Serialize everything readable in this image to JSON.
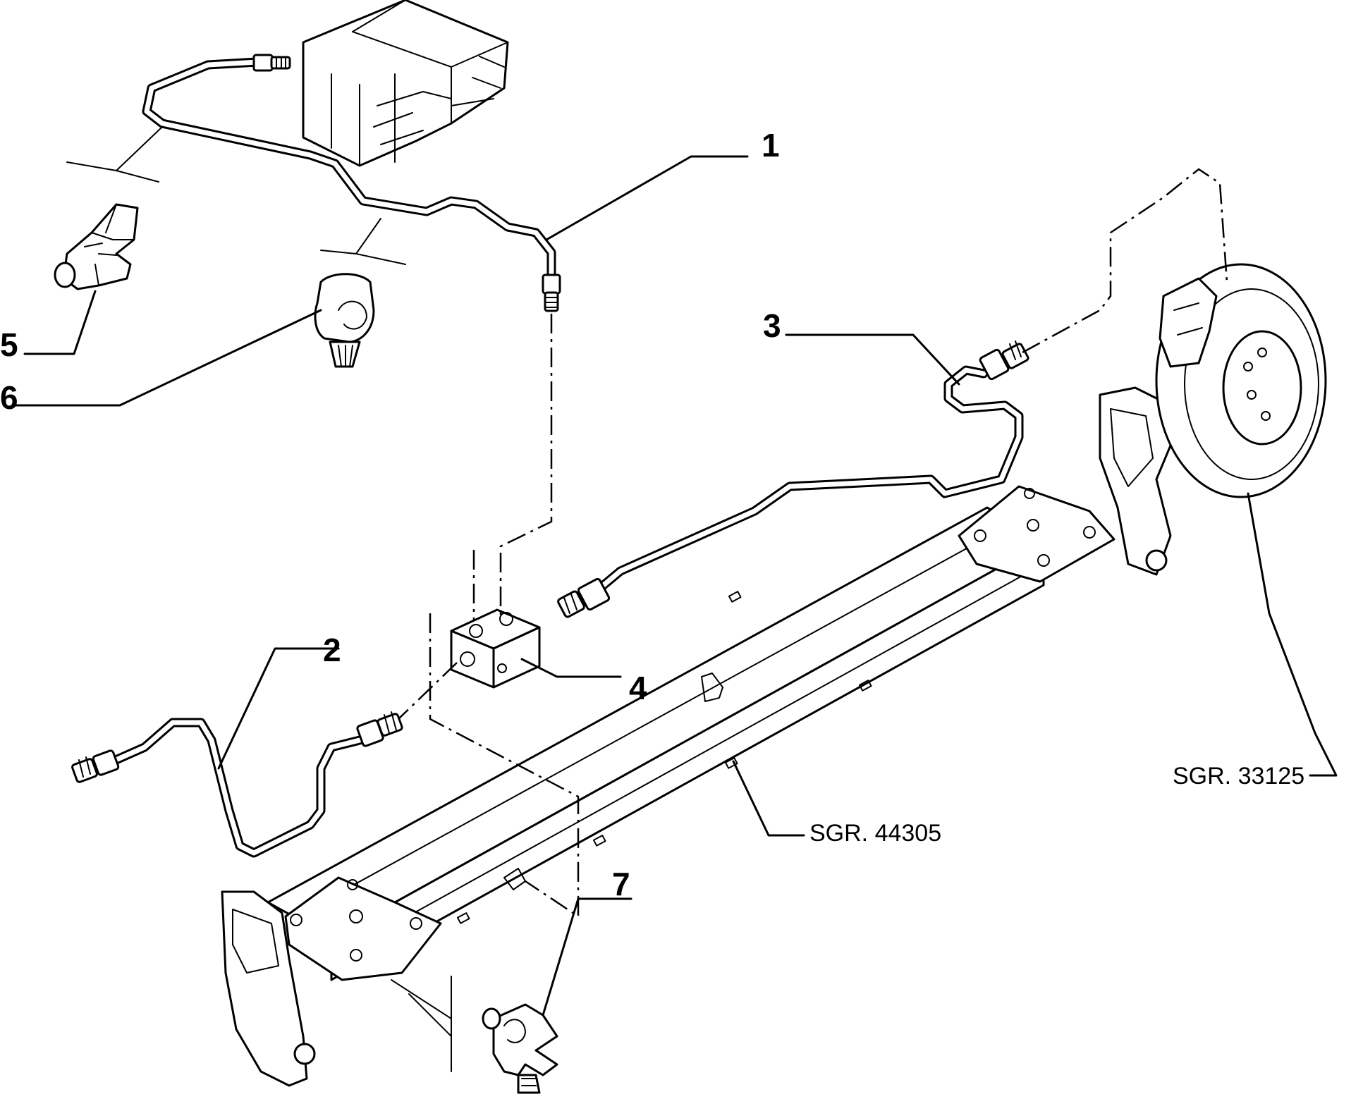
{
  "callouts": {
    "c1": "1",
    "c2": "2",
    "c3": "3",
    "c4": "4",
    "c5": "5",
    "c6": "6",
    "c7": "7"
  },
  "references": {
    "axle": "SGR. 44305",
    "disc": "SGR. 33125"
  }
}
